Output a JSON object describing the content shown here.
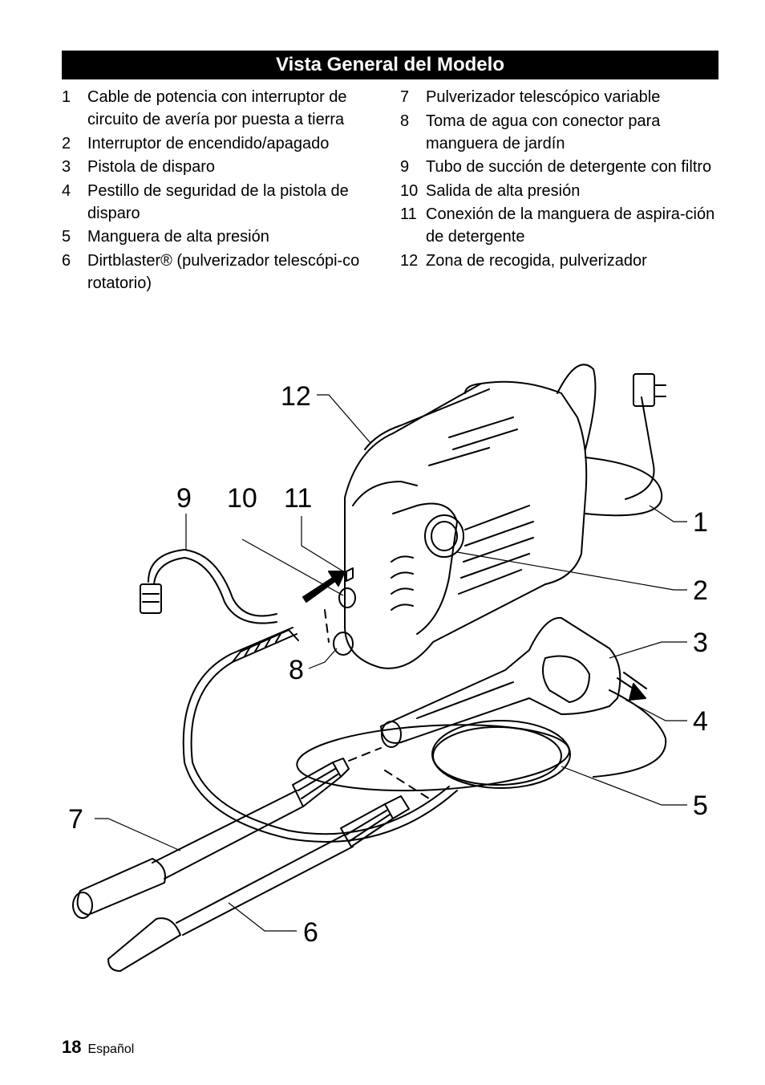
{
  "section": {
    "title": "Vista General del Modelo"
  },
  "parts_left": [
    {
      "num": "1",
      "text": "Cable de potencia con interruptor de circuito de avería por puesta a tierra"
    },
    {
      "num": "2",
      "text": "Interruptor de encendido/apagado"
    },
    {
      "num": "3",
      "text": "Pistola de disparo"
    },
    {
      "num": "4",
      "text": "Pestillo de seguridad de la pistola de disparo"
    },
    {
      "num": "5",
      "text": "Manguera de alta presión"
    },
    {
      "num": "6",
      "text": "Dirtblaster® (pulverizador telescópi-co rotatorio)"
    }
  ],
  "parts_right": [
    {
      "num": "7",
      "text": "Pulverizador telescópico variable"
    },
    {
      "num": "8",
      "text": "Toma de agua con conector para manguera de jardín"
    },
    {
      "num": "9",
      "text": "Tubo de succión de detergente con filtro"
    },
    {
      "num": "10",
      "text": "Salida de alta presión"
    },
    {
      "num": "11",
      "text": "Conexión de la manguera de aspira-ción de detergente"
    },
    {
      "num": "12",
      "text": "Zona de recogida, pulverizador"
    }
  ],
  "figure": {
    "callouts": [
      "1",
      "2",
      "3",
      "4",
      "5",
      "6",
      "7",
      "8",
      "9",
      "10",
      "11",
      "12"
    ]
  },
  "footer": {
    "page_number": "18",
    "language": "Español"
  }
}
